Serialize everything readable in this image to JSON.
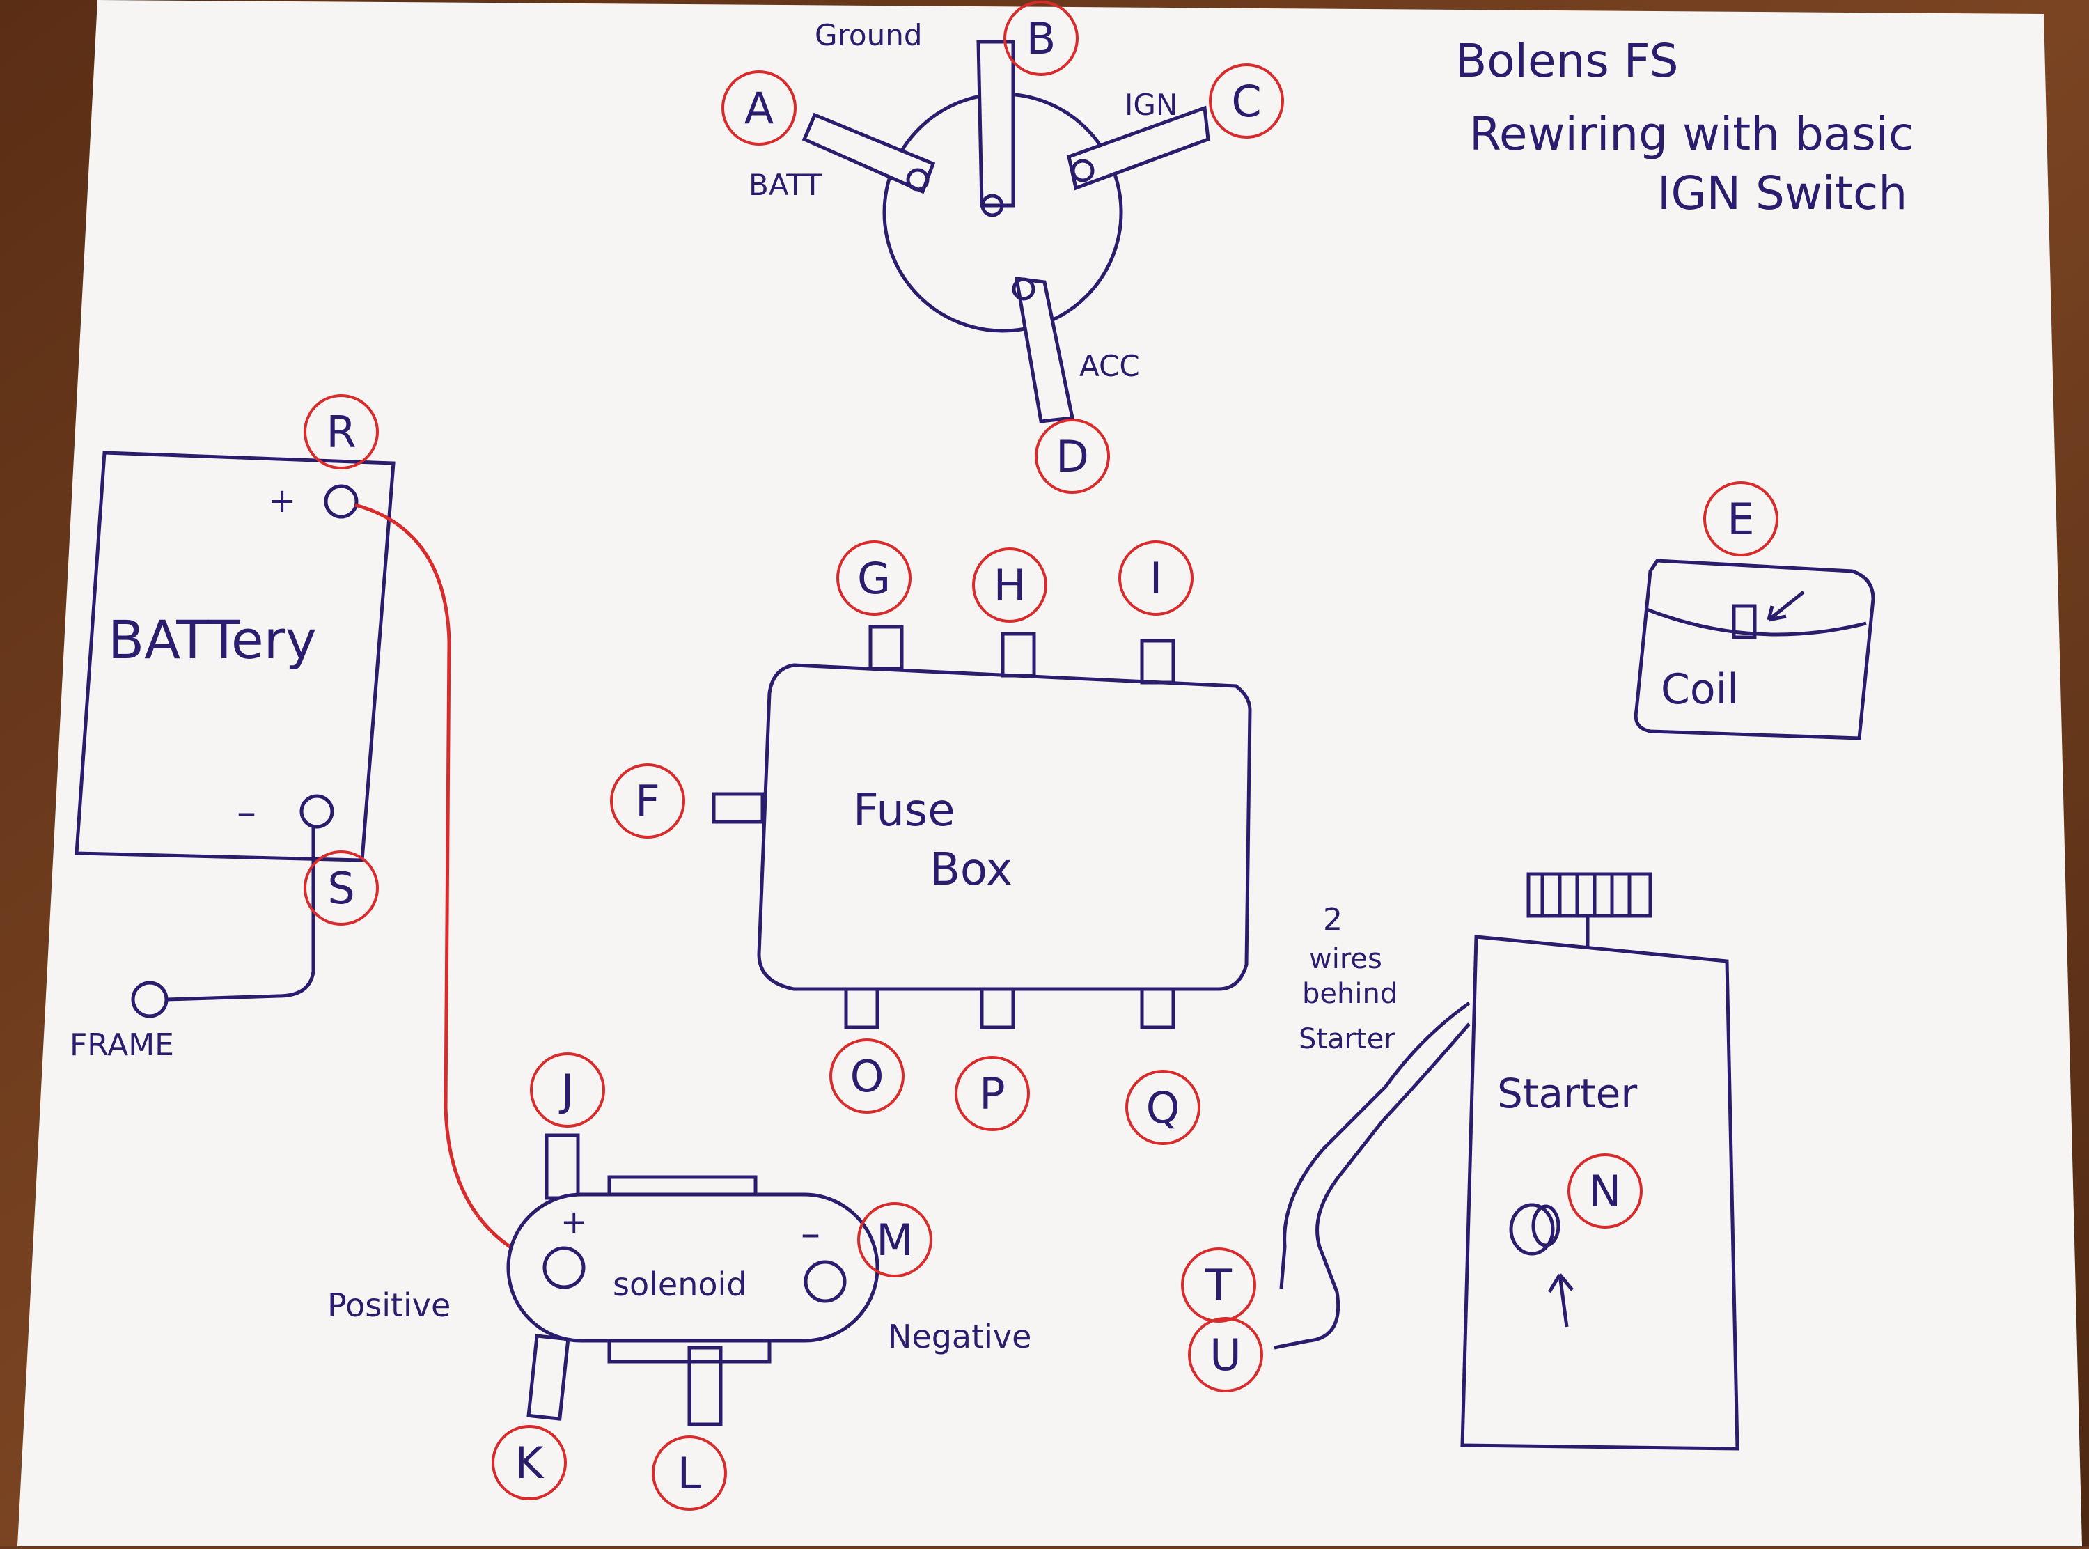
{
  "title": {
    "line1": "Bolens FS",
    "line2": "Rewiring with basic",
    "line3": "IGN Switch"
  },
  "ignition_switch": {
    "terminal_labels": {
      "ground": "Ground",
      "batt": "BATT",
      "ign": "IGN",
      "acc": "ACC"
    }
  },
  "markers": {
    "A": "A",
    "B": "B",
    "C": "C",
    "D": "D",
    "E": "E",
    "F": "F",
    "G": "G",
    "H": "H",
    "I": "I",
    "J": "J",
    "K": "K",
    "L": "L",
    "M": "M",
    "N": "N",
    "O": "O",
    "P": "P",
    "Q": "Q",
    "R": "R",
    "S": "S",
    "T": "T",
    "U": "U"
  },
  "battery": {
    "label": "BATTery",
    "plus": "+",
    "minus": "–"
  },
  "frame_label": "FRAME",
  "fuse_box": {
    "line1": "Fuse",
    "line2": "Box"
  },
  "coil": {
    "label": "Coil"
  },
  "solenoid": {
    "label": "solenoid",
    "plus": "+",
    "minus": "–",
    "positive": "Positive",
    "negative": "Negative"
  },
  "starter": {
    "label": "Starter",
    "note_line1": "2",
    "note_line2": "wires",
    "note_line3": "behind",
    "note_line4": "Starter"
  },
  "colors": {
    "paper": "#f7f5f3",
    "ink": "#2b1d6e",
    "marker": "#d92b2b",
    "wood": "#6b3a1e"
  }
}
